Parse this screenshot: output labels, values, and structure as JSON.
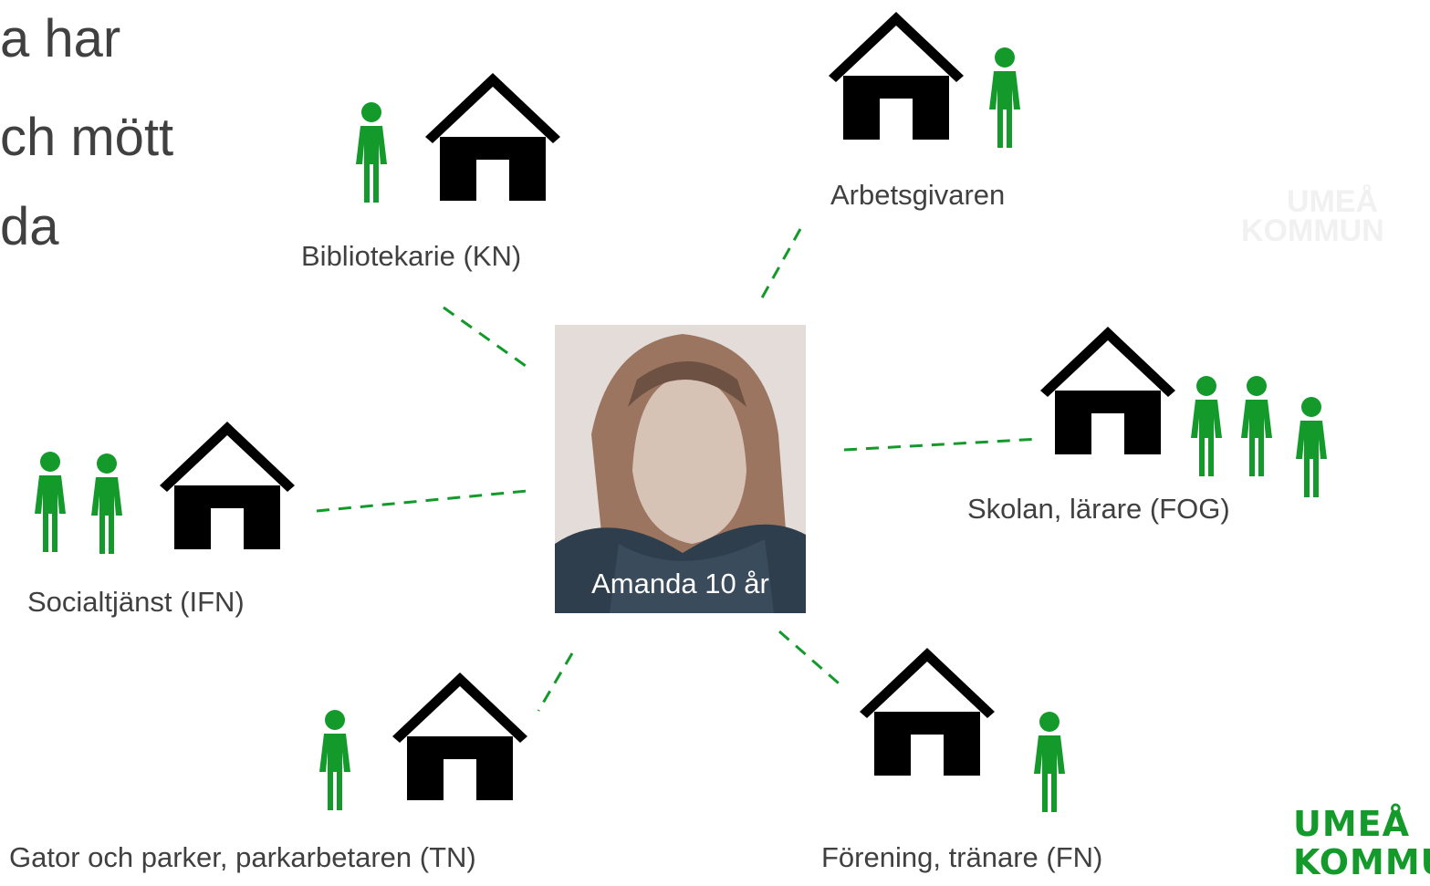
{
  "heading": {
    "lines": [
      "a har",
      "ch mött",
      "da"
    ]
  },
  "center": {
    "caption": "Amanda 10 år"
  },
  "nodes": {
    "bibliotekarie": {
      "label": "Bibliotekarie (KN)",
      "persons": 1
    },
    "arbetsgivaren": {
      "label": "Arbetsgivaren",
      "persons": 1
    },
    "skolan": {
      "label": "Skolan, lärare (FOG)",
      "persons": 3
    },
    "socialtjanst": {
      "label": "Socialtjänst (IFN)",
      "persons": 2
    },
    "gator": {
      "label": "Gator och parker, parkarbetaren (TN)",
      "persons": 1
    },
    "forening": {
      "label": "Förening, tränare (FN)",
      "persons": 1
    }
  },
  "logo": {
    "line1": "UMEÅ",
    "line2": "KOMMUN",
    "color": "#139a2b"
  },
  "colors": {
    "house": "#8cc31e",
    "person": "#139a2b",
    "connector": "#139a2b",
    "text": "#404040"
  }
}
